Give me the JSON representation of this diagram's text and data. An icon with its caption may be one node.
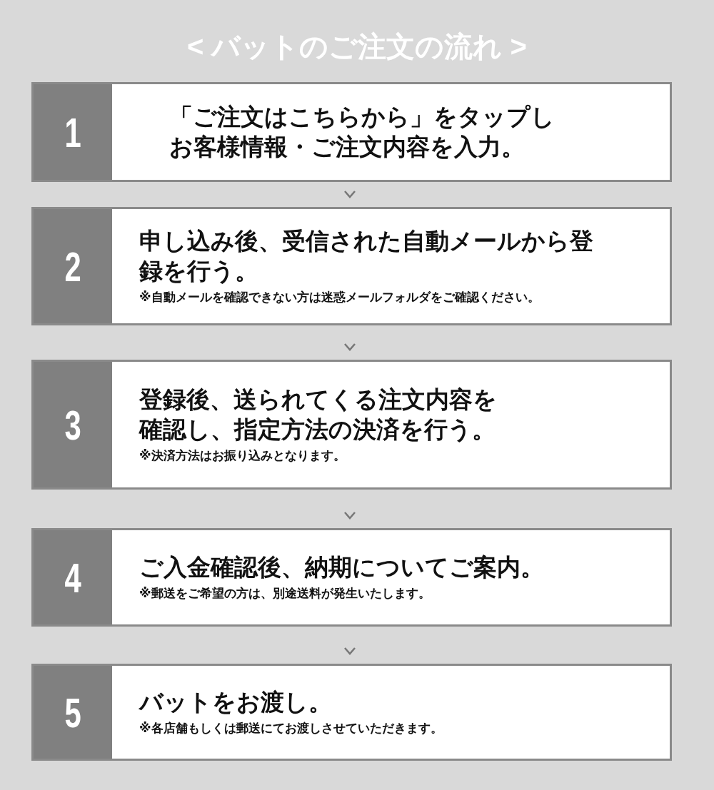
{
  "diagram": {
    "title": "< バットのご注文の流れ >",
    "nodes": [
      {
        "text": [
          "1",
          "「ご注文はこちらから」をタップしお客様情報・ご注文内容を入力。"
        ]
      },
      {
        "text": [
          "2",
          "申し込み後、受信された自動メールから登録を行う。",
          "※自動メールを確認できない方は迷惑メールフォルダをご確認ください。"
        ]
      },
      {
        "text": [
          "3",
          "登録後、送られてくる注文内容を確認し、指定方法の決済を行う。",
          "※決済方法はお振り込みとなります。"
        ]
      },
      {
        "text": [
          "4",
          "ご入金確認後、納期についてご案内。",
          "※郵送をご希望の方は、別途送料が発生いたします。"
        ]
      },
      {
        "text": [
          "5",
          "バットをお渡し。",
          "※各店舗もしくは郵送にてお渡しさせていただきます。"
        ]
      }
    ],
    "edges": [
      {
        "from": 0,
        "to": 1,
        "arrow": "to"
      },
      {
        "from": 1,
        "to": 2,
        "arrow": "to"
      },
      {
        "from": 2,
        "to": 3,
        "arrow": "to"
      },
      {
        "from": 3,
        "to": 4,
        "arrow": "to"
      }
    ]
  }
}
